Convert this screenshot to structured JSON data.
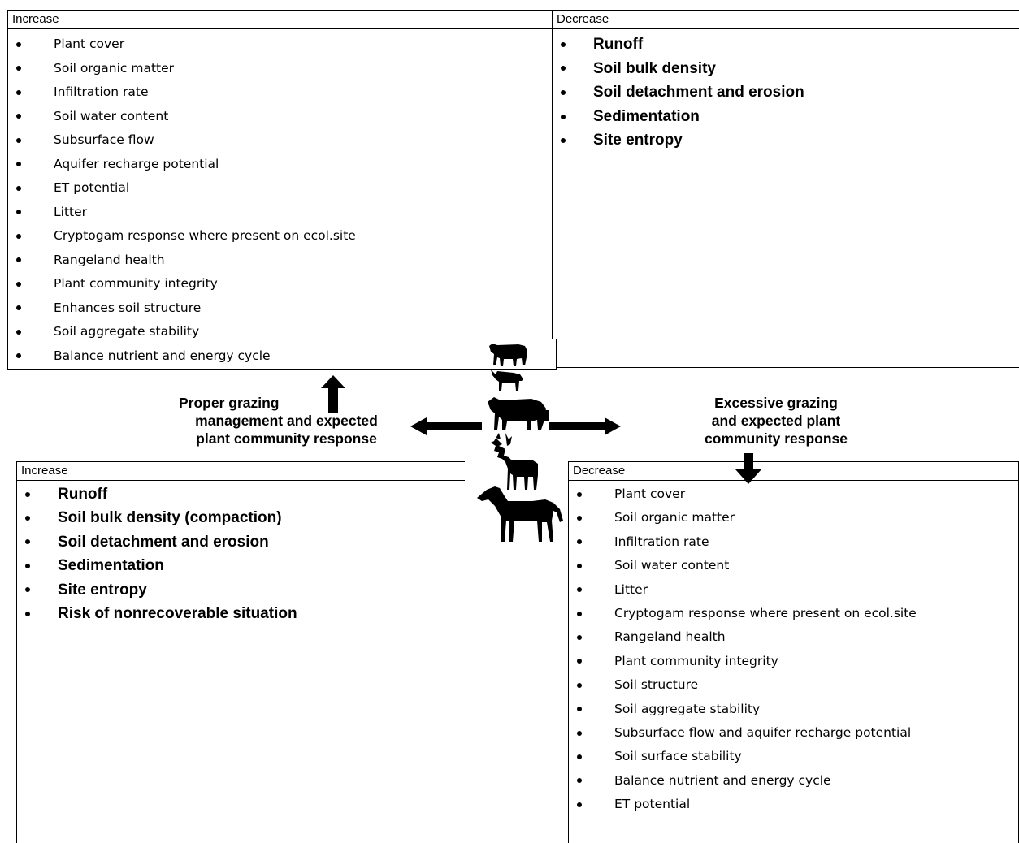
{
  "top_left": {
    "header": "Increase",
    "items": [
      "Plant cover",
      "Soil organic matter",
      "Infiltration rate",
      "Soil water content",
      "Subsurface flow",
      "Aquifer recharge potential",
      "ET potential",
      "Litter",
      "Cryptogam response where present on ecol.site",
      "Rangeland health",
      "Plant community integrity",
      "Enhances soil structure",
      "Soil aggregate stability",
      "Balance nutrient and energy cycle"
    ]
  },
  "top_right": {
    "header": "Decrease",
    "items": [
      "Runoff",
      "Soil bulk density",
      "Soil detachment and erosion",
      "Sedimentation",
      "Site entropy"
    ]
  },
  "bottom_left": {
    "header": "Increase",
    "items": [
      "Runoff",
      "Soil bulk density (compaction)",
      "Soil detachment and erosion",
      "Sedimentation",
      "Site entropy",
      "Risk of nonrecoverable situation"
    ]
  },
  "bottom_right": {
    "header": "Decrease",
    "items": [
      "Plant cover",
      "Soil organic matter",
      "Infiltration rate",
      "Soil water content",
      "Litter",
      "Cryptogam response where present on ecol.site",
      "Rangeland health",
      "Plant community integrity",
      "Soil structure",
      "Soil aggregate stability",
      "Subsurface flow and aquifer recharge potential",
      "Soil surface stability",
      "Balance nutrient and energy cycle",
      "ET potential"
    ]
  },
  "captions": {
    "proper": [
      "Proper grazing",
      "management and expected",
      "plant community response"
    ],
    "excessive": [
      "Excessive grazing",
      "and expected plant",
      "community response"
    ]
  },
  "animals": [
    "cattle-icon",
    "goat-icon",
    "cow-icon",
    "deer-icon",
    "horse-icon"
  ]
}
